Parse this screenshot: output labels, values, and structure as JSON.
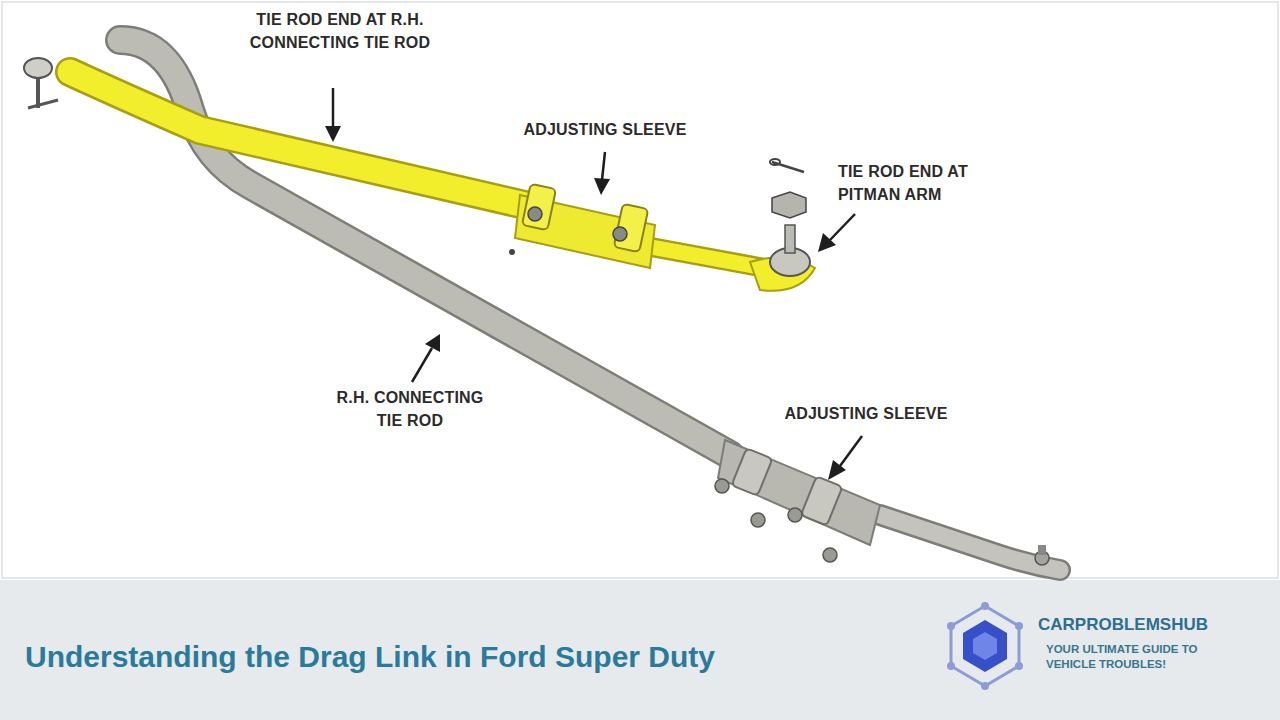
{
  "diagram": {
    "title": "Understanding the Drag Link in Ford Super Duty",
    "labels": [
      "TIE ROD END AT R.H. CONNECTING TIE ROD",
      "ADJUSTING SLEEVE",
      "TIE ROD END AT PITMAN ARM",
      "R.H. CONNECTING TIE ROD",
      "ADJUSTING SLEEVE",
      "CARPROBLEMSHUB",
      "YOUR ULTIMATE GUIDE TO VEHICLE TROUBLES!"
    ]
  }
}
